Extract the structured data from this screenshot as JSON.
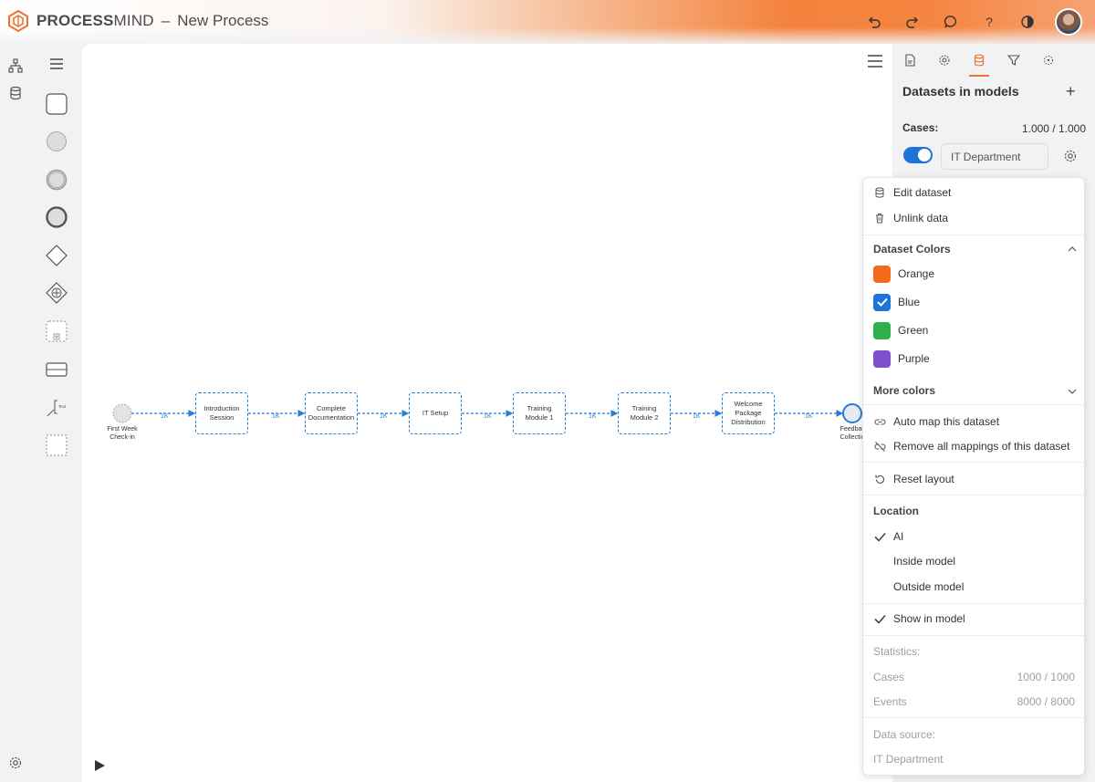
{
  "app": {
    "brand_bold": "PROCESS",
    "brand_thin": "MIND",
    "separator": "–",
    "process_title": "New Process"
  },
  "header": {
    "icons": [
      "undo-icon",
      "redo-icon",
      "comment-icon",
      "help-icon",
      "theme-icon"
    ]
  },
  "canvas": {
    "start_event_label": "First Week Check-in",
    "end_event_label": "Feedback Collection",
    "tasks": [
      {
        "label": "Introduction Session"
      },
      {
        "label": "Complete Documentation"
      },
      {
        "label": "IT Setup"
      },
      {
        "label": "Training Module 1"
      },
      {
        "label": "Training Module 2"
      },
      {
        "label": "Welcome Package Distribution"
      }
    ],
    "edge_label": "1K"
  },
  "panel": {
    "title": "Datasets in models",
    "cases_label": "Cases:",
    "cases_value": "1.000 / 1.000",
    "dataset_name": "IT Department",
    "toggle_on": true
  },
  "menu": {
    "edit_dataset": "Edit dataset",
    "unlink_data": "Unlink data",
    "dataset_colors_title": "Dataset Colors",
    "colors": [
      {
        "name": "Orange",
        "hex": "#f56a1d",
        "checked": false
      },
      {
        "name": "Blue",
        "hex": "#1e73d9",
        "checked": true
      },
      {
        "name": "Green",
        "hex": "#2fb04a",
        "checked": false
      },
      {
        "name": "Purple",
        "hex": "#7d4fcf",
        "checked": false
      }
    ],
    "more_colors": "More colors",
    "auto_map": "Auto map this dataset",
    "remove_mappings": "Remove all mappings of this dataset",
    "reset_layout": "Reset layout",
    "location_title": "Location",
    "location_options": [
      {
        "label": "AI",
        "checked": true
      },
      {
        "label": "Inside model",
        "checked": false
      },
      {
        "label": "Outside model",
        "checked": false
      }
    ],
    "show_in_model": "Show in model",
    "statistics_title": "Statistics:",
    "stats": [
      {
        "label": "Cases",
        "value": "1000 / 1000"
      },
      {
        "label": "Events",
        "value": "8000 / 8000"
      }
    ],
    "data_source_title": "Data source:",
    "data_source_value": "IT Department"
  },
  "colors": {
    "accent": "#f07230",
    "flow_blue": "#2a7bd3"
  }
}
